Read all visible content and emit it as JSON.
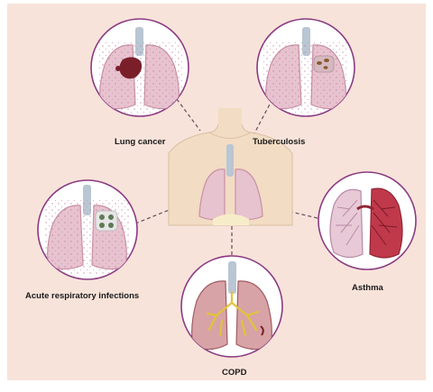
{
  "colors": {
    "background": "#f8e3da",
    "circle_border": "#8a3a82",
    "connector": "#6b4a5a",
    "lung_fill": "#e7c2cf",
    "lung_dark": "#c98fa5",
    "trachea": "#b9c6d3",
    "skin": "#f2dcc3",
    "tumor": "#7a1f2a",
    "infection": "#5f7a55",
    "asthma_red": "#c0394a",
    "copd_bronchi": "#e3c33a"
  },
  "diagram": {
    "center": {
      "name": "torso-with-lungs"
    },
    "conditions": [
      {
        "id": "lung-cancer",
        "label": "Lung cancer"
      },
      {
        "id": "tuberculosis",
        "label": "Tuberculosis"
      },
      {
        "id": "acute-respiratory-infections",
        "label": "Acute respiratory infections"
      },
      {
        "id": "asthma",
        "label": "Asthma"
      },
      {
        "id": "copd",
        "label": "COPD"
      }
    ]
  }
}
